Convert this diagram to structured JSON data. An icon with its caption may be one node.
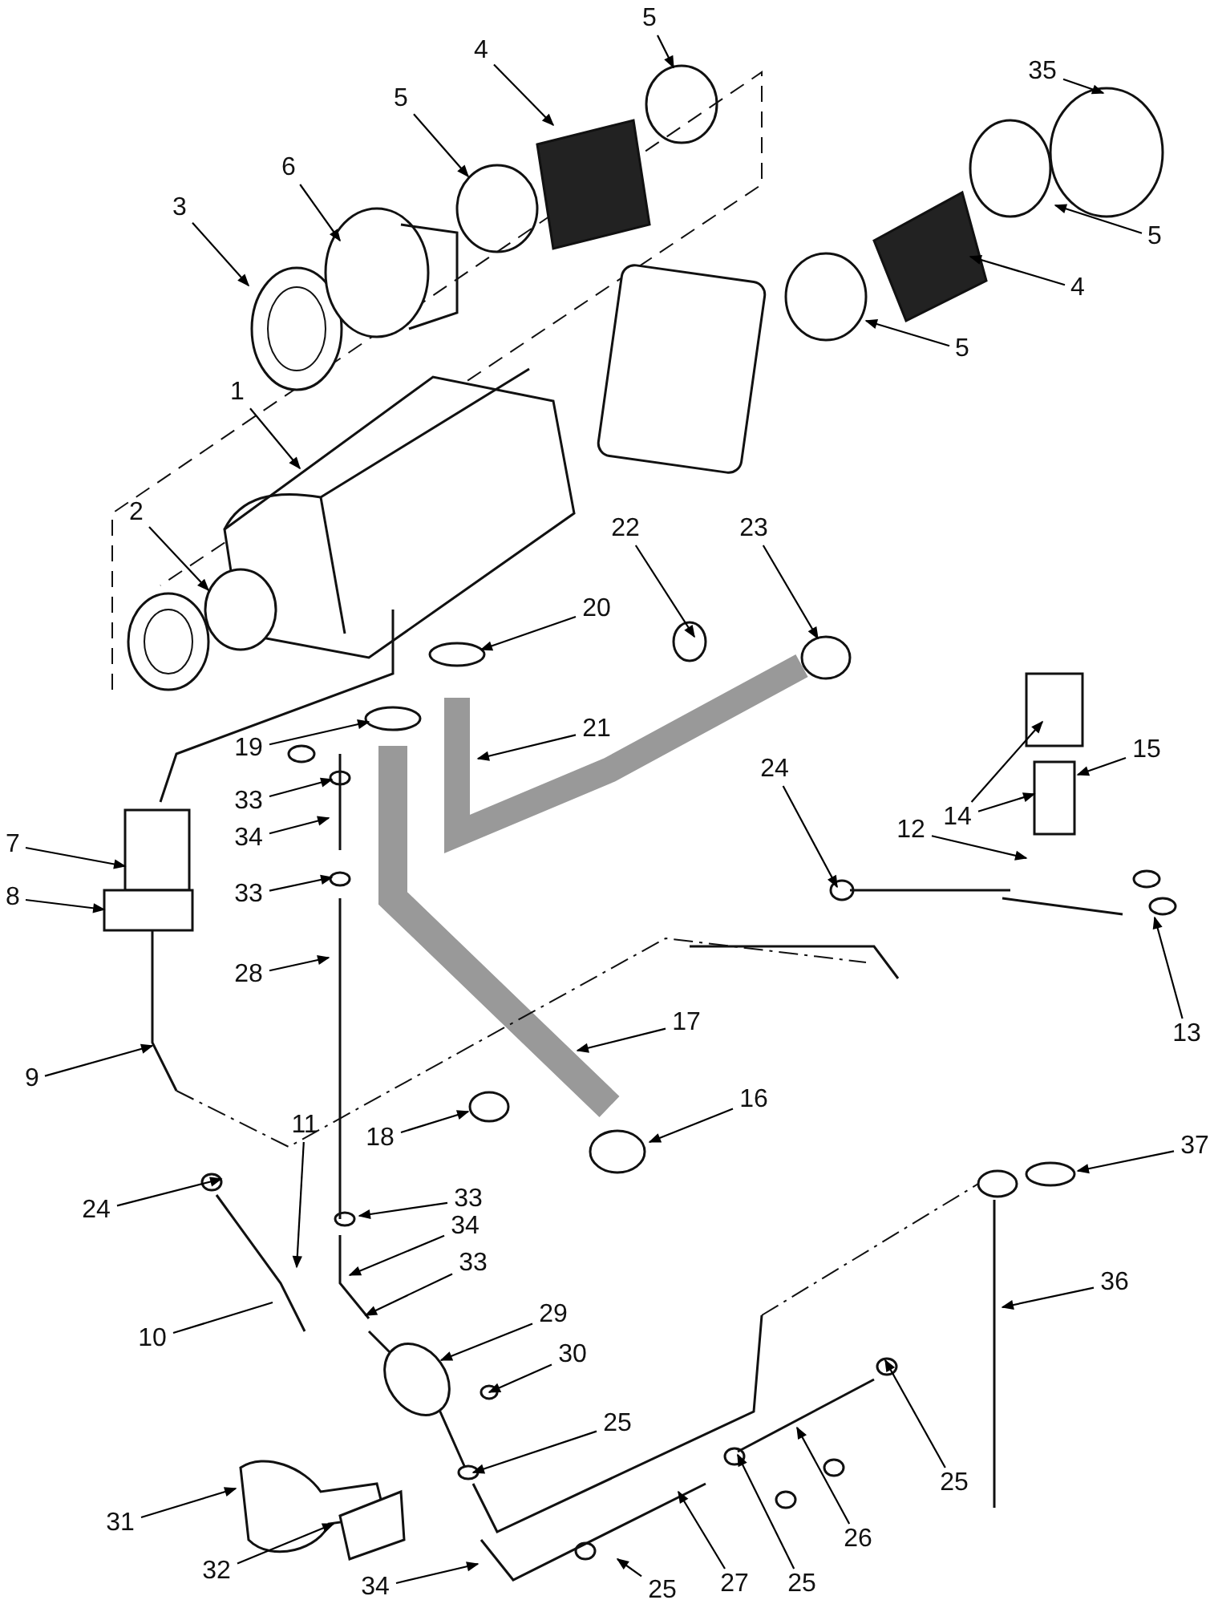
{
  "diagram": {
    "nodes": [
      {
        "text": [
          "5"
        ]
      },
      {
        "text": [
          "4"
        ]
      },
      {
        "text": [
          "35"
        ]
      },
      {
        "text": [
          "5"
        ]
      },
      {
        "text": [
          "6"
        ]
      },
      {
        "text": [
          "3"
        ]
      },
      {
        "text": [
          "5"
        ]
      },
      {
        "text": [
          "4"
        ]
      },
      {
        "text": [
          "5"
        ]
      },
      {
        "text": [
          "1"
        ]
      },
      {
        "text": [
          "2"
        ]
      },
      {
        "text": [
          "22"
        ]
      },
      {
        "text": [
          "23"
        ]
      },
      {
        "text": [
          "20"
        ]
      },
      {
        "text": [
          "19"
        ]
      },
      {
        "text": [
          "21"
        ]
      },
      {
        "text": [
          "33"
        ]
      },
      {
        "text": [
          "14"
        ]
      },
      {
        "text": [
          "15"
        ]
      },
      {
        "text": [
          "34"
        ]
      },
      {
        "text": [
          "7"
        ]
      },
      {
        "text": [
          "12"
        ]
      },
      {
        "text": [
          "33"
        ]
      },
      {
        "text": [
          "8"
        ]
      },
      {
        "text": [
          "24"
        ]
      },
      {
        "text": [
          "28"
        ]
      },
      {
        "text": [
          "13"
        ]
      },
      {
        "text": [
          "17"
        ]
      },
      {
        "text": [
          "9"
        ]
      },
      {
        "text": [
          "16"
        ]
      },
      {
        "text": [
          "18"
        ]
      },
      {
        "text": [
          "37"
        ]
      },
      {
        "text": [
          "24"
        ]
      },
      {
        "text": [
          "11"
        ]
      },
      {
        "text": [
          "33"
        ]
      },
      {
        "text": [
          "34"
        ]
      },
      {
        "text": [
          "33"
        ]
      },
      {
        "text": [
          "36"
        ]
      },
      {
        "text": [
          "10"
        ]
      },
      {
        "text": [
          "29"
        ]
      },
      {
        "text": [
          "30"
        ]
      },
      {
        "text": [
          "25"
        ]
      },
      {
        "text": [
          "25"
        ]
      },
      {
        "text": [
          "31"
        ]
      },
      {
        "text": [
          "26"
        ]
      },
      {
        "text": [
          "32"
        ]
      },
      {
        "text": [
          "27"
        ]
      },
      {
        "text": [
          "25"
        ]
      },
      {
        "text": [
          "34"
        ]
      },
      {
        "text": [
          "25"
        ]
      }
    ],
    "edges": [
      {
        "from": 0,
        "to": null,
        "arrow": "to"
      },
      {
        "from": 1,
        "to": null,
        "arrow": "to"
      },
      {
        "from": 2,
        "to": null,
        "arrow": "to"
      },
      {
        "from": 3,
        "to": null,
        "arrow": "to"
      },
      {
        "from": 4,
        "to": null,
        "arrow": "to"
      },
      {
        "from": 5,
        "to": null,
        "arrow": "to"
      },
      {
        "from": 6,
        "to": null,
        "arrow": "to"
      },
      {
        "from": 7,
        "to": null,
        "arrow": "to"
      },
      {
        "from": 8,
        "to": null,
        "arrow": "to"
      },
      {
        "from": 9,
        "to": null,
        "arrow": "to"
      },
      {
        "from": 10,
        "to": null,
        "arrow": "to"
      },
      {
        "from": 11,
        "to": null,
        "arrow": "to"
      },
      {
        "from": 12,
        "to": null,
        "arrow": "to"
      },
      {
        "from": 13,
        "to": null,
        "arrow": "to"
      },
      {
        "from": 14,
        "to": null,
        "arrow": "to"
      },
      {
        "from": 15,
        "to": null,
        "arrow": "to"
      },
      {
        "from": 16,
        "to": null,
        "arrow": "to"
      },
      {
        "from": 17,
        "to": null,
        "arrow": "to"
      },
      {
        "from": 17,
        "to": null,
        "arrow": "to"
      },
      {
        "from": 18,
        "to": null,
        "arrow": "to"
      },
      {
        "from": 19,
        "to": null,
        "arrow": "to"
      },
      {
        "from": 20,
        "to": null,
        "arrow": "to"
      },
      {
        "from": 21,
        "to": null,
        "arrow": "to"
      },
      {
        "from": 22,
        "to": null,
        "arrow": "to"
      },
      {
        "from": 23,
        "to": null,
        "arrow": "to"
      },
      {
        "from": 24,
        "to": null,
        "arrow": "to"
      },
      {
        "from": 25,
        "to": null,
        "arrow": "to"
      },
      {
        "from": 26,
        "to": null,
        "arrow": "to"
      },
      {
        "from": 27,
        "to": null,
        "arrow": "to"
      },
      {
        "from": 28,
        "to": null,
        "arrow": "to"
      },
      {
        "from": 29,
        "to": null,
        "arrow": "to"
      },
      {
        "from": 30,
        "to": null,
        "arrow": "to"
      },
      {
        "from": 31,
        "to": null,
        "arrow": "to"
      },
      {
        "from": 32,
        "to": null,
        "arrow": "to"
      },
      {
        "from": 33,
        "to": null,
        "arrow": "to"
      },
      {
        "from": 34,
        "to": null,
        "arrow": "to"
      },
      {
        "from": 35,
        "to": null,
        "arrow": "to"
      },
      {
        "from": 36,
        "to": null,
        "arrow": "to"
      },
      {
        "from": 37,
        "to": null,
        "arrow": "to"
      },
      {
        "from": 38,
        "to": null,
        "arrow": "none"
      },
      {
        "from": 39,
        "to": null,
        "arrow": "to"
      },
      {
        "from": 40,
        "to": null,
        "arrow": "to"
      },
      {
        "from": 41,
        "to": null,
        "arrow": "to"
      },
      {
        "from": 42,
        "to": null,
        "arrow": "to"
      },
      {
        "from": 43,
        "to": null,
        "arrow": "to"
      },
      {
        "from": 44,
        "to": null,
        "arrow": "to"
      },
      {
        "from": 45,
        "to": null,
        "arrow": "to"
      },
      {
        "from": 46,
        "to": null,
        "arrow": "to"
      },
      {
        "from": 47,
        "to": null,
        "arrow": "to"
      },
      {
        "from": 48,
        "to": null,
        "arrow": "to"
      },
      {
        "from": 49,
        "to": null,
        "arrow": "to"
      }
    ]
  }
}
